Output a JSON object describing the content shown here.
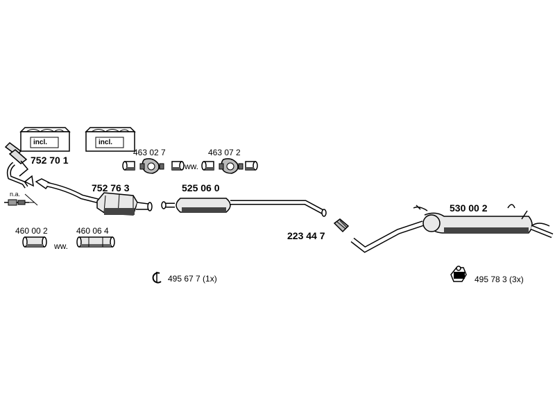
{
  "parts": {
    "p752701": "752 70 1",
    "p752763": "752 76 3",
    "p525060": "525 06 0",
    "p530002": "530 00 2",
    "p223447": "223 44 7",
    "p463027": "463 02 7",
    "p463072": "463 07 2",
    "p460002": "460 00 2",
    "p460064": "460 06 4"
  },
  "connectors": {
    "ww1": "ww.",
    "ww2": "ww.",
    "na": "n.a."
  },
  "kit_boxes": {
    "box1": "incl.",
    "box2": "incl."
  },
  "accessories": {
    "clamp_label": "495 67 7 (1x)",
    "mount_label": "495 78 3 (3x)"
  }
}
